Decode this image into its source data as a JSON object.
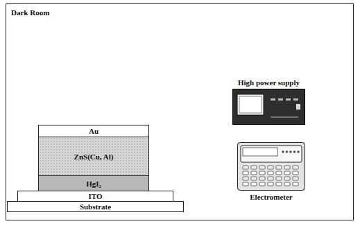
{
  "diagram": {
    "nodes": [
      {
        "text": [
          "Dark Room"
        ]
      },
      {
        "text": [
          "Au"
        ],
        "in": 0
      },
      {
        "text": [
          "ZnS(Cu, Al)"
        ],
        "in": 0
      },
      {
        "text": [
          "HgI₂"
        ],
        "in": 0
      },
      {
        "text": [
          "ITO"
        ],
        "in": 0
      },
      {
        "text": [
          "Substrate"
        ],
        "in": 0
      },
      {
        "text": [
          "High power supply"
        ],
        "in": 0
      },
      {
        "text": [
          "Electrometer"
        ],
        "in": 0
      }
    ],
    "edges": [
      {
        "from": 1,
        "to": 6,
        "arrow": "none"
      },
      {
        "from": 4,
        "to": 6,
        "arrow": "none"
      },
      {
        "from": 4,
        "to": 7,
        "arrow": "none"
      }
    ]
  }
}
